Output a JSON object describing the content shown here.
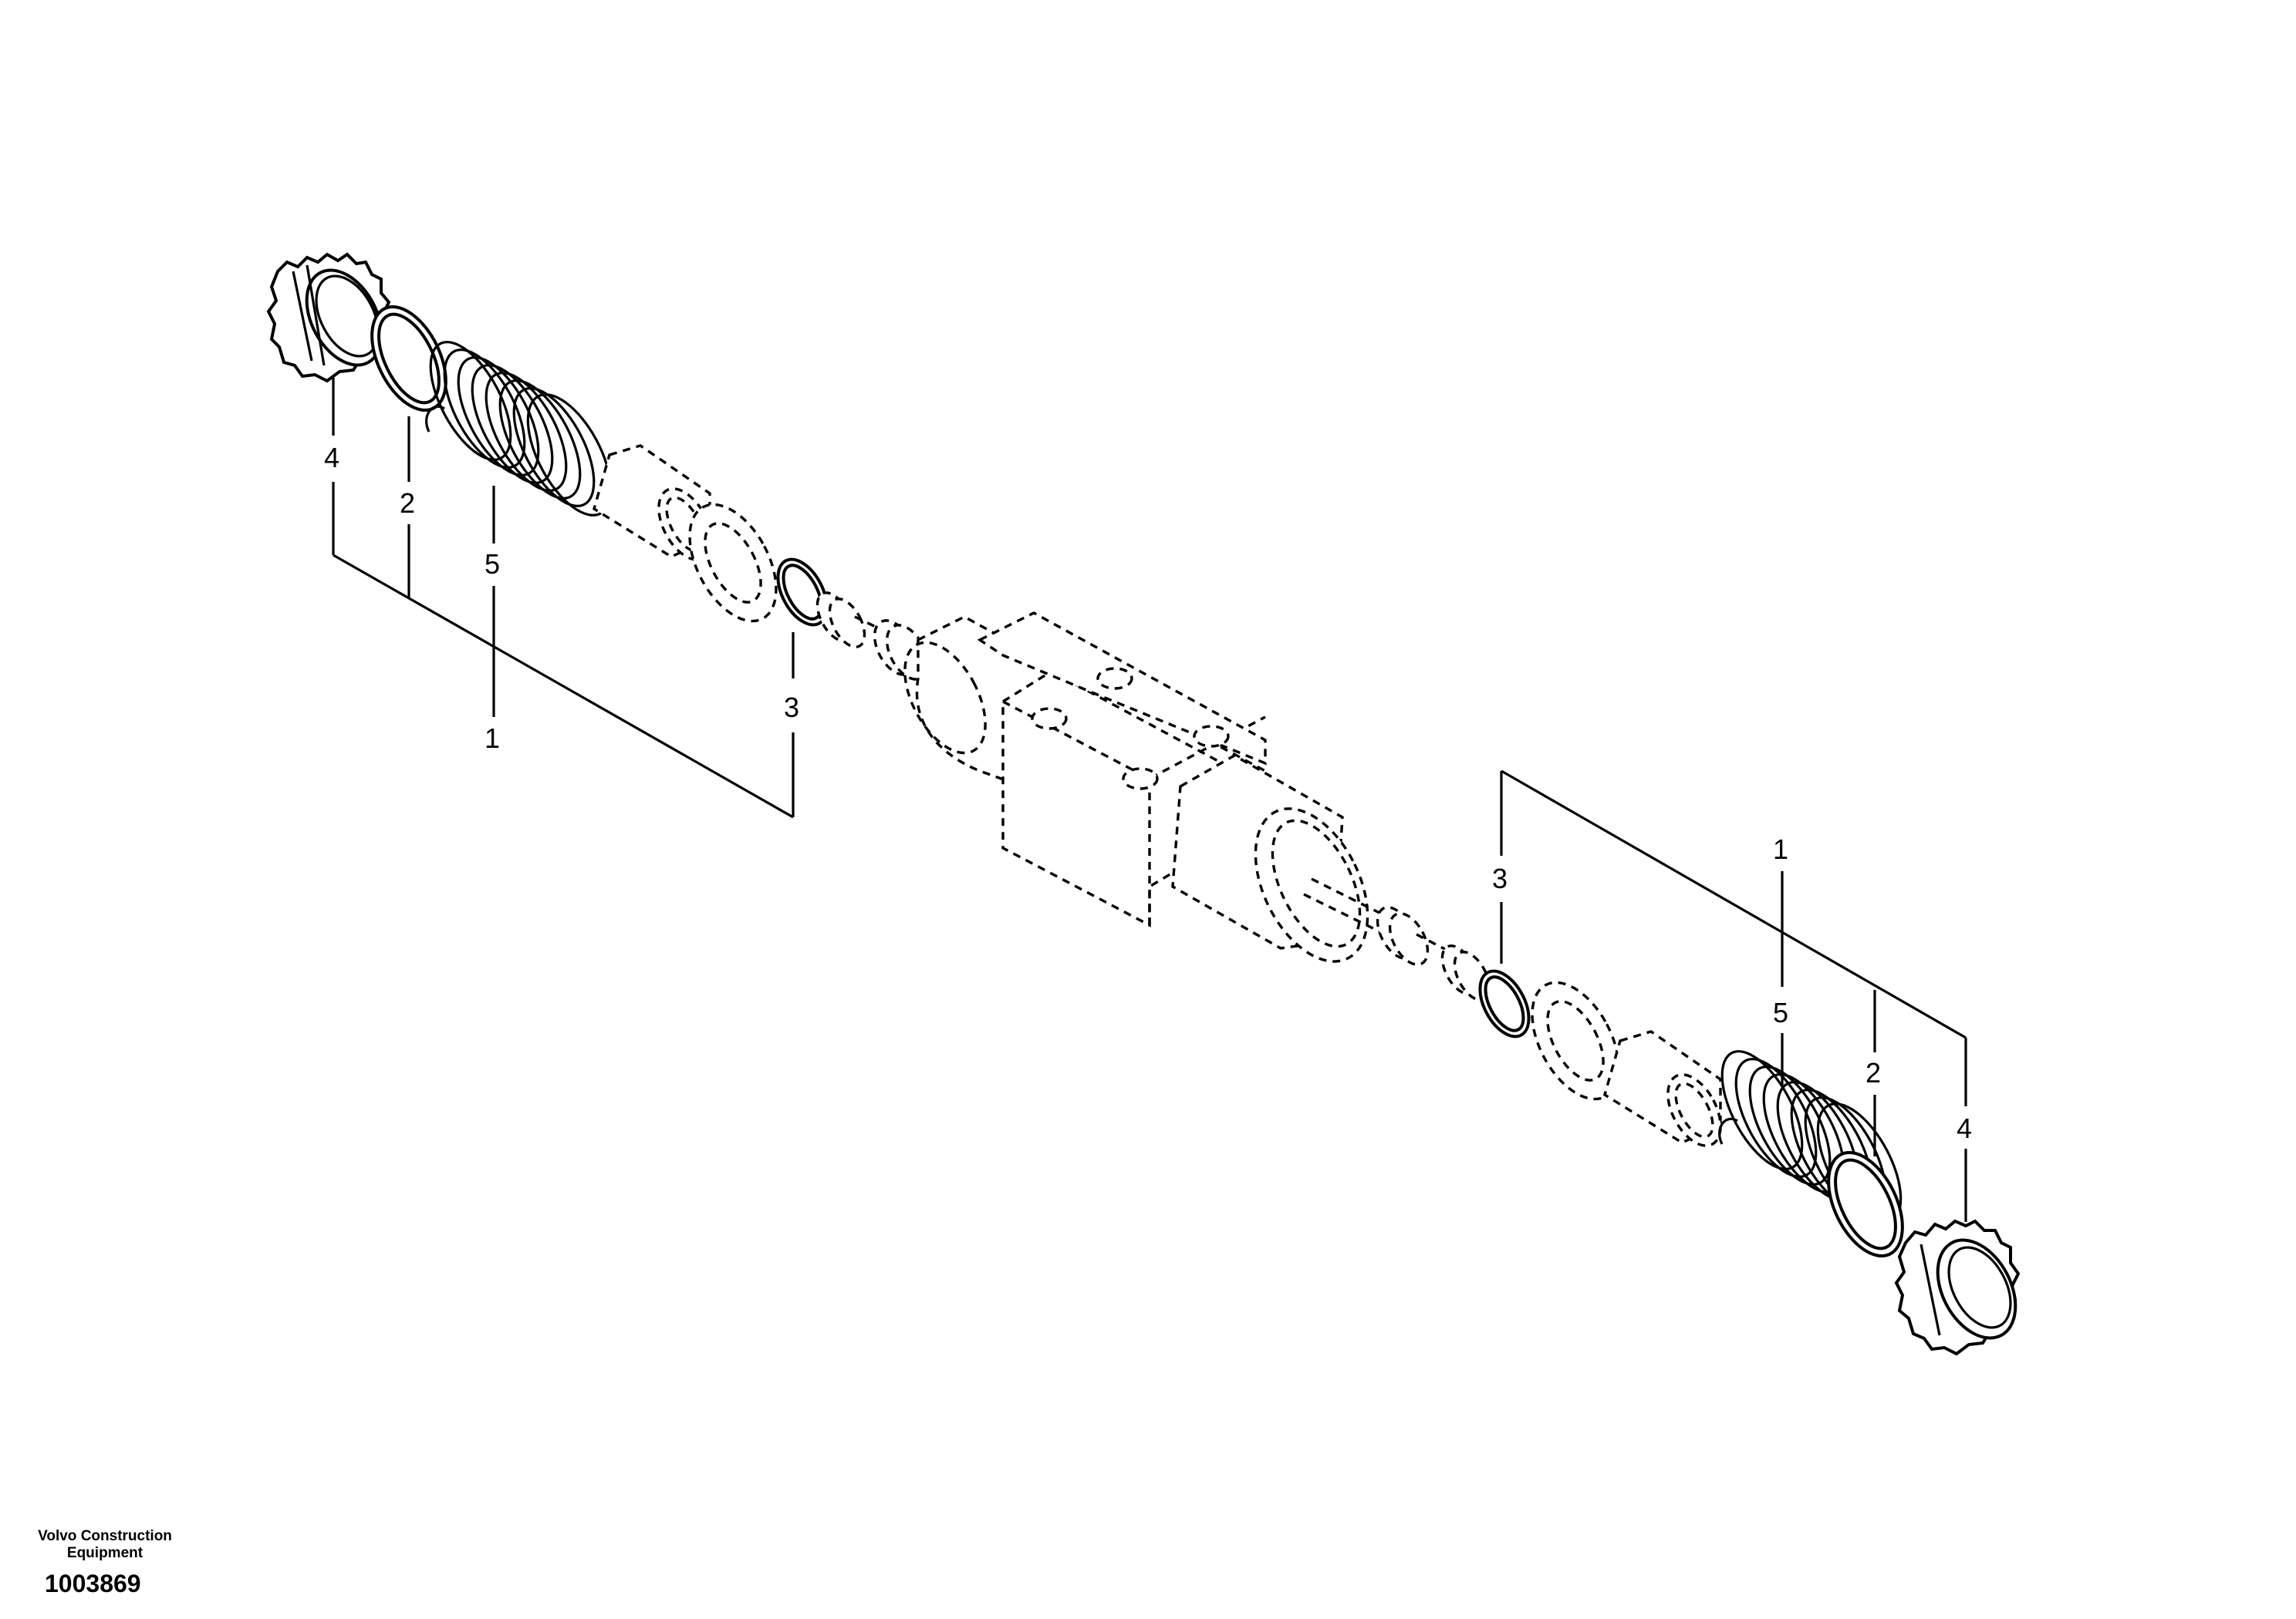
{
  "diagram": {
    "callouts": {
      "left_nut": "4",
      "left_ring": "2",
      "left_spring": "5",
      "left_assembly": "1",
      "left_oring": "3",
      "right_oring": "3",
      "right_assembly": "1",
      "right_spring": "5",
      "right_ring": "2",
      "right_nut": "4"
    }
  },
  "footer": {
    "brand": "Volvo Construction\nEquipment",
    "part_number": "1003869"
  }
}
